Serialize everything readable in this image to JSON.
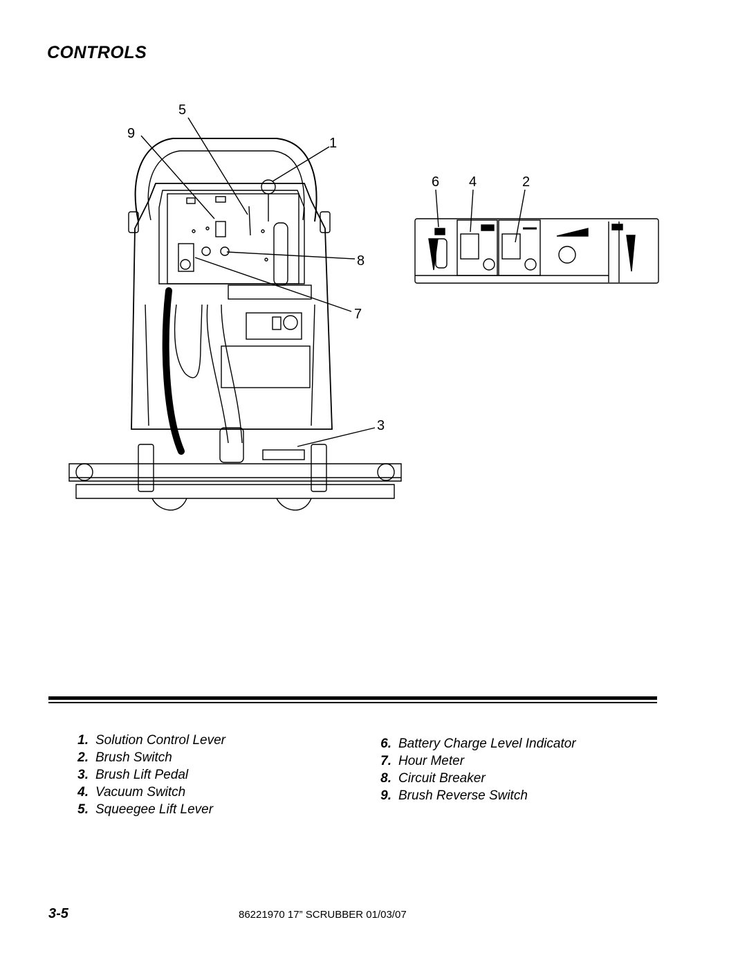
{
  "heading": "CONTROLS",
  "callouts": {
    "c1": "1",
    "c2": "2",
    "c3": "3",
    "c4": "4",
    "c5": "5",
    "c6": "6",
    "c7": "7",
    "c8": "8",
    "c9": "9"
  },
  "legend_left": [
    {
      "num": "1.",
      "label": "Solution Control Lever"
    },
    {
      "num": "2.",
      "label": "Brush Switch"
    },
    {
      "num": "3.",
      "label": "Brush Lift Pedal"
    },
    {
      "num": "4.",
      "label": "Vacuum Switch"
    },
    {
      "num": "5.",
      "label": "Squeegee Lift Lever"
    }
  ],
  "legend_right": [
    {
      "num": "6.",
      "label": "Battery Charge Level Indicator"
    },
    {
      "num": "7.",
      "label": "Hour Meter"
    },
    {
      "num": "8.",
      "label": "Circuit Breaker"
    },
    {
      "num": "9.",
      "label": "Brush Reverse Switch"
    }
  ],
  "page_number": "3-5",
  "footer": "86221970 17” SCRUBBER  01/03/07"
}
